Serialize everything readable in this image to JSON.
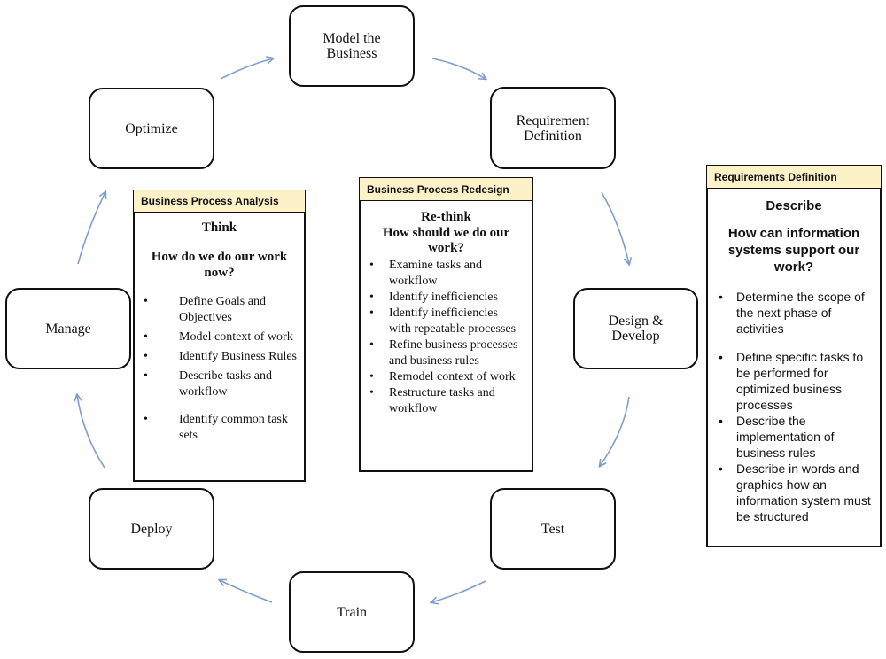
{
  "cycle": {
    "model": "Model the\nBusiness",
    "requirement": "Requirement\nDefinition",
    "design": "Design &\nDevelop",
    "test": "Test",
    "train": "Train",
    "deploy": "Deploy",
    "manage": "Manage",
    "optimize": "Optimize"
  },
  "analysis": {
    "header": "Business Process Analysis",
    "heading": "Think",
    "question": "How do we do our work now?",
    "items": [
      "Define Goals and Objectives",
      "Model context of work",
      "Identify Business Rules",
      "Describe tasks and workflow",
      "Identify common task sets"
    ]
  },
  "redesign": {
    "header": "Business Process Redesign",
    "heading": "Re-think",
    "question": "How should we do our work?",
    "items": [
      "Examine tasks and workflow",
      "Identify inefficiencies",
      "Identify inefficiencies with repeatable processes",
      "Refine business processes and business rules",
      "Remodel context of work",
      "Restructure tasks and workflow"
    ]
  },
  "requirements": {
    "header": "Requirements Definition",
    "heading": "Describe",
    "question": "How can information systems support our work?",
    "items": [
      "Determine the scope of the next phase of activities",
      "Define specific tasks to be performed for optimized business processes",
      "Describe the implementation of business rules",
      "Describe in words and graphics how an information system must be structured"
    ]
  },
  "colors": {
    "arrow": "#7f9dcc",
    "header_fill": "#fdf1c7"
  },
  "bullet": "•"
}
